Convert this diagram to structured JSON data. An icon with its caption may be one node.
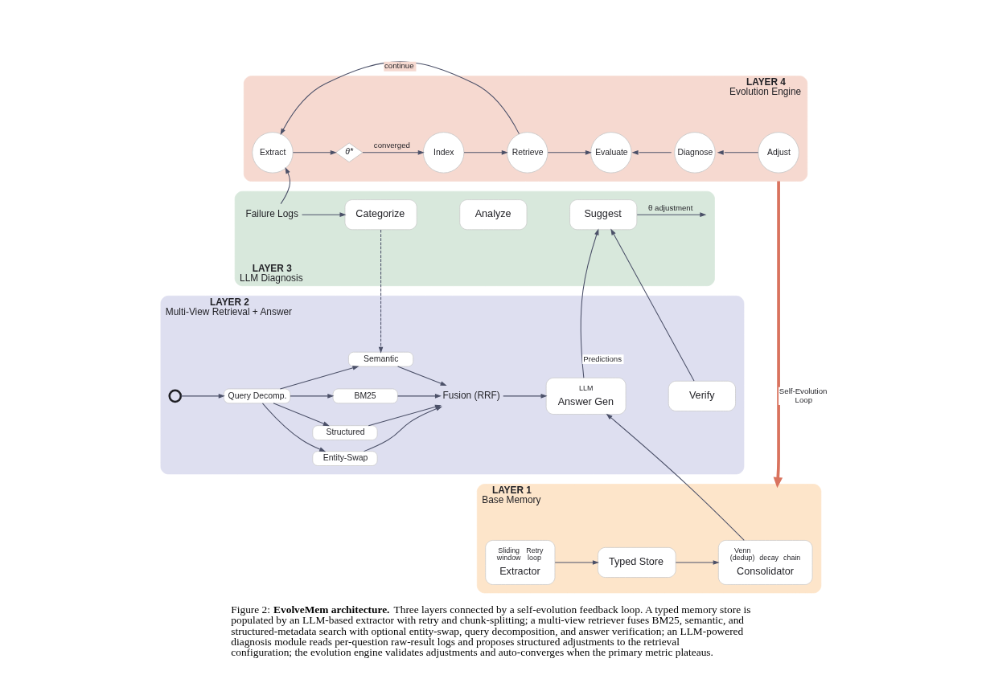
{
  "diagram": {
    "caption": "Figure 2: **EvolveMem architecture.** Three layers connected by a self-evolution feedback loop. A typed memory store is populated by an LLM-based extractor with retry and chunk-splitting; a multi-view retriever fuses BM25, semantic, and structured-metadata search with optional entity-swap, query decomposition, and answer verification; an LLM-powered diagnosis module reads per-question raw-result logs and proposes structured adjustments to the retrieval configuration; the evolution engine validates adjustments and auto-converges when the primary metric plateaus.",
    "nodes": [
      {
        "text": [
          "LAYER 4",
          "Evolution Engine"
        ]
      },
      {
        "text": [
          "Extract"
        ],
        "in": 0
      },
      {
        "text": [
          "θ*"
        ],
        "in": 0
      },
      {
        "text": [
          "Index"
        ],
        "in": 0
      },
      {
        "text": [
          "Retrieve"
        ],
        "in": 0
      },
      {
        "text": [
          "Evaluate"
        ],
        "in": 0
      },
      {
        "text": [
          "Diagnose"
        ],
        "in": 0
      },
      {
        "text": [
          "Adjust"
        ],
        "in": 0
      },
      {
        "text": [
          "LAYER 3",
          "LLM Diagnosis"
        ]
      },
      {
        "text": [
          "Failure Logs"
        ],
        "in": 8
      },
      {
        "text": [
          "Categorize"
        ],
        "in": 8
      },
      {
        "text": [
          "Analyze"
        ],
        "in": 8
      },
      {
        "text": [
          "Suggest"
        ],
        "in": 8
      },
      {
        "text": [
          "LAYER 2",
          "Multi-View Retrieval + Answer"
        ]
      },
      {
        "text": [],
        "shape": "circle",
        "in": 13
      },
      {
        "text": [
          "Query Decomp."
        ],
        "in": 13
      },
      {
        "text": [
          "Semantic"
        ],
        "in": 13
      },
      {
        "text": [
          "BM25"
        ],
        "in": 13
      },
      {
        "text": [
          "Structured"
        ],
        "in": 13
      },
      {
        "text": [
          "Entity-Swap"
        ],
        "in": 13
      },
      {
        "text": [
          "Fusion (RRF)"
        ],
        "in": 13
      },
      {
        "text": [
          "LLM",
          "Answer Gen"
        ],
        "in": 13
      },
      {
        "text": [
          "Verify"
        ],
        "in": 13
      },
      {
        "text": [
          "LAYER 1",
          "Base Memory"
        ]
      },
      {
        "text": [
          "Sliding window",
          "Retry loop",
          "Extractor"
        ],
        "in": 23
      },
      {
        "text": [
          "Typed Store"
        ],
        "in": 23
      },
      {
        "text": [
          "Venn (dedup)",
          "decay",
          "chain",
          "Consolidator"
        ],
        "in": 23
      }
    ],
    "edges": [
      {
        "from": 1,
        "to": 2,
        "arrow": "to"
      },
      {
        "from": 2,
        "to": 3,
        "arrow": "to",
        "label": "converged"
      },
      {
        "from": 3,
        "to": 4,
        "arrow": "to"
      },
      {
        "from": 4,
        "to": 1,
        "arrow": "to",
        "label": "continue"
      },
      {
        "from": 4,
        "to": 5,
        "arrow": "to"
      },
      {
        "from": 6,
        "to": 5,
        "arrow": "to"
      },
      {
        "from": 7,
        "to": 6,
        "arrow": "to"
      },
      {
        "from": 9,
        "to": 1,
        "arrow": "to"
      },
      {
        "from": 9,
        "to": 10,
        "arrow": "to"
      },
      {
        "from": 10,
        "to": 16,
        "arrow": "to",
        "style": "dashed"
      },
      {
        "from": 12,
        "to": null,
        "arrow": "to",
        "label": "θ adjustment"
      },
      {
        "from": 14,
        "to": 15,
        "arrow": "to"
      },
      {
        "from": 15,
        "to": 16,
        "arrow": "to"
      },
      {
        "from": 15,
        "to": 17,
        "arrow": "to"
      },
      {
        "from": 15,
        "to": 18,
        "arrow": "to"
      },
      {
        "from": 15,
        "to": 19,
        "arrow": "to"
      },
      {
        "from": 16,
        "to": 20,
        "arrow": "to"
      },
      {
        "from": 17,
        "to": 20,
        "arrow": "to"
      },
      {
        "from": 18,
        "to": 20,
        "arrow": "to"
      },
      {
        "from": 19,
        "to": 20,
        "arrow": "to"
      },
      {
        "from": 20,
        "to": 21,
        "arrow": "to"
      },
      {
        "from": 21,
        "to": 12,
        "arrow": "to",
        "label": "Predictions"
      },
      {
        "from": 22,
        "to": 12,
        "arrow": "to"
      },
      {
        "from": 26,
        "to": 21,
        "arrow": "to"
      },
      {
        "from": 24,
        "to": 25,
        "arrow": "to"
      },
      {
        "from": 25,
        "to": 26,
        "arrow": "to"
      },
      {
        "from": 0,
        "to": 23,
        "arrow": "to",
        "label": "Self-Evolution Loop",
        "style": "thick",
        "color": "#d9735e"
      }
    ]
  }
}
